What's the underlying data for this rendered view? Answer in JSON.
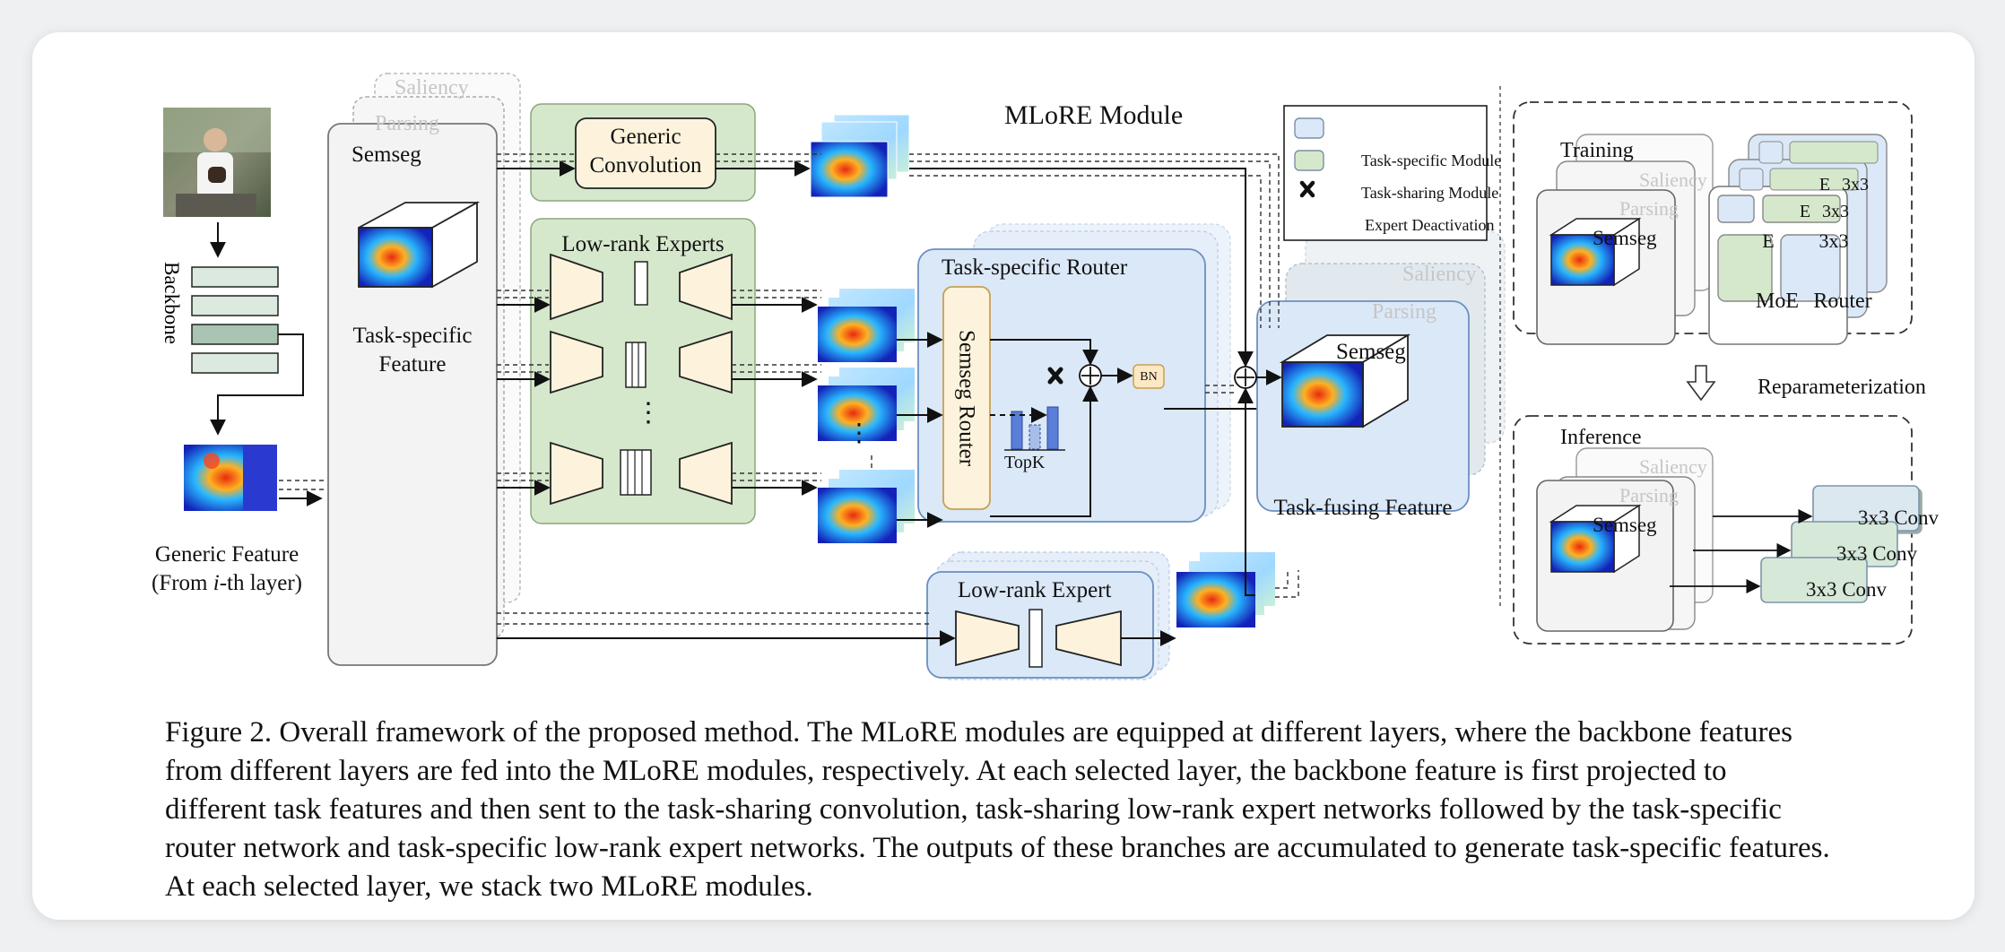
{
  "figure": {
    "module_title": "MLoRE Module",
    "stack_labels": {
      "saliency": "Saliency",
      "parsing": "Parsing",
      "semseg": "Semseg"
    },
    "backbone_label": "Backbone",
    "generic_feature": {
      "line1": "Generic Feature",
      "line2_prefix": "(From ",
      "line2_italic": "i",
      "line2_suffix": "-th layer)"
    },
    "task_specific_feature": {
      "line1": "Task-specific",
      "line2": "Feature"
    },
    "generic_conv": {
      "line1": "Generic",
      "line2": "Convolution"
    },
    "low_rank_experts_title": "Low-rank Experts",
    "vertical_dots": "⋮",
    "task_specific_router_title": "Task-specific Router",
    "semseg_router_label": "Semseg Router",
    "topk_label": "TopK",
    "bn_label": "BN",
    "low_rank_expert_title": "Low-rank Expert",
    "task_fusing_feature_label": "Task-fusing Feature",
    "legend": {
      "task_specific": "Task-specific Module",
      "task_sharing": "Task-sharing Module",
      "expert_deactivation": "Expert Deactivation"
    },
    "colors": {
      "task_specific": "#dbe8f8",
      "task_sharing": "#d6e8cc",
      "generic_conv_box": "#fdf3dc",
      "expert_trapezoid": "#fdf3dc",
      "backbone_block": "#dbe9df"
    },
    "training": {
      "title": "Training",
      "e_label": "E",
      "conv_label": "3x3",
      "moe_label": "MoE",
      "router_label": "Router"
    },
    "reparameterization_label": "Reparameterization",
    "inference": {
      "title": "Inference",
      "conv_label": "3x3 Conv"
    }
  },
  "caption": {
    "lines": [
      "Figure 2. Overall framework of the proposed method. The MLoRE modules are equipped at different layers, where the backbone features",
      "from different layers are fed into the MLoRE modules, respectively.  At each selected layer, the backbone feature is first projected to",
      "different task features and then sent to the task-sharing convolution, task-sharing low-rank expert networks followed by the task-specific",
      "router network and task-specific low-rank expert networks. The outputs of these branches are accumulated to generate task-specific features.",
      "At each selected layer, we stack two MLoRE modules."
    ]
  }
}
